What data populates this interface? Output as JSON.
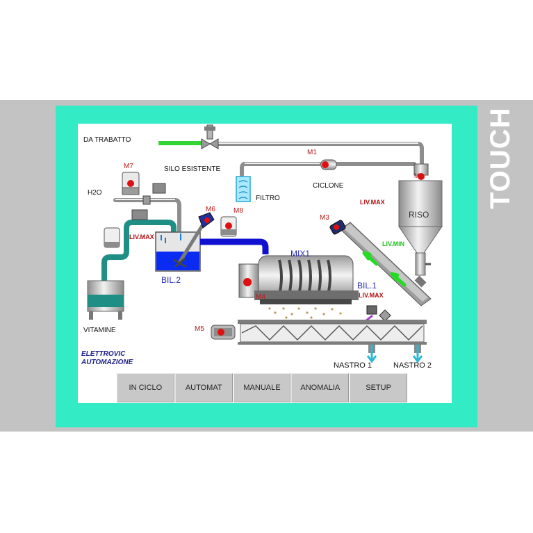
{
  "panel": {
    "brand": "TOUCH"
  },
  "labels": {
    "da_trabatto": "DA TRABATTO",
    "silo_esistente": "SILO ESISTENTE",
    "h2o": "H2O",
    "filtro": "FILTRO",
    "ciclone": "CICLONE",
    "riso": "RISO",
    "bil2": "BIL.2",
    "mix1": "MIX1",
    "bil1": "BIL.1",
    "vitamine": "VITAMINE",
    "nastro1": "NASTRO 1",
    "nastro2": "NASTRO 2",
    "liv_max_bil2": "LIV.MAX",
    "liv_max_riso": "LIV.MAX",
    "liv_min_riso": "LIV.MIN",
    "liv_max_bil1": "LIV.MAX"
  },
  "motors": {
    "m1": "M1",
    "m2": "M2",
    "m3": "M3",
    "m4": "M4",
    "m5": "M5",
    "m6": "M6",
    "m7": "M7",
    "m8": "M8"
  },
  "logo": {
    "line1": "ELETTROVIC",
    "line2": "AUTOMAZIONE"
  },
  "nav": {
    "in_ciclo": "IN CICLO",
    "automat": "AUTOMAT",
    "manuale": "MANUALE",
    "anomalia": "ANOMALIA",
    "setup": "SETUP"
  },
  "colors": {
    "frame": "#33ebc4",
    "bezel": "#c3c3c3",
    "pipe_teal": "#1f8f86",
    "pipe_blue": "#1010d0",
    "motor_red": "#e01010",
    "feed_green": "#35d435"
  }
}
